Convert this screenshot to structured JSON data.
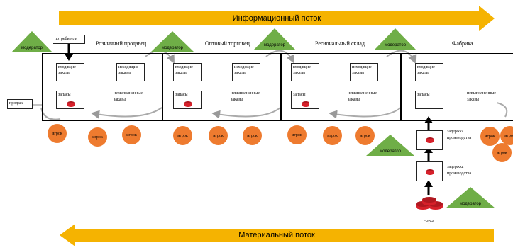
{
  "flows": {
    "info": "Информационный поток",
    "material": "Материальный поток"
  },
  "stages": {
    "consumers": "потребители",
    "retail": "Розничный продавец",
    "wholesale": "Оптовый торговец",
    "regional": "Региональный склад",
    "factory": "Фабрика"
  },
  "labels": {
    "sales": "продаж",
    "incoming": "входящие заказы",
    "outgoing": "исходящие заказы",
    "stock": "запасы",
    "unfilled": "невыполненные заказы",
    "delay": "задержка производства",
    "raw": "сырьё"
  },
  "roles": {
    "moderator": "модератор",
    "player": "игрок"
  },
  "colors": {
    "arrow": "#f5b301",
    "triangle": "#6fae47",
    "player": "#ee7b2f",
    "disk": "#d6202a"
  }
}
